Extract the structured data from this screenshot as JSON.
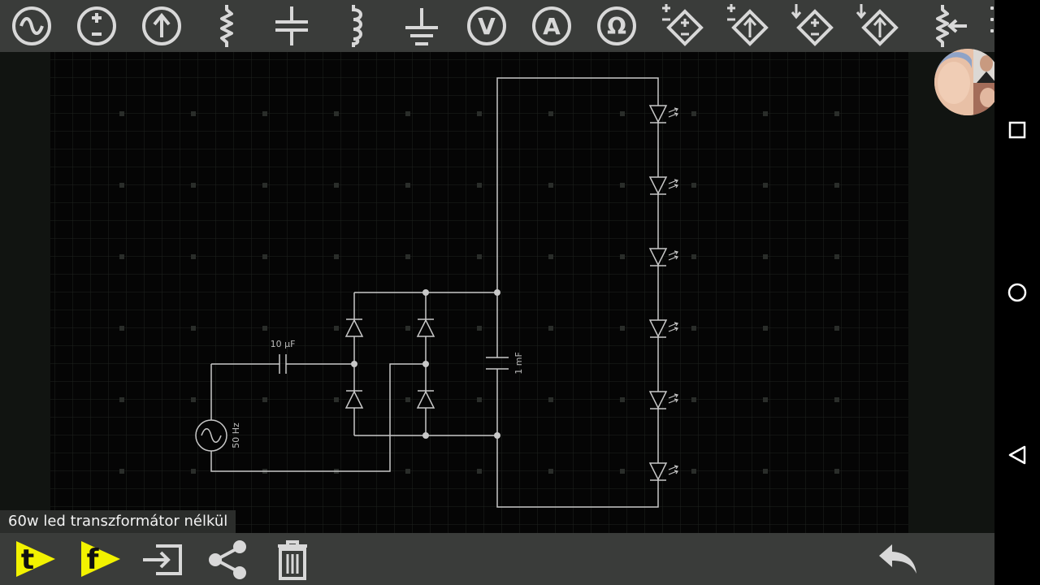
{
  "toolbar": {
    "tools": [
      {
        "name": "ac-source-tool",
        "icon": "ac-source-icon"
      },
      {
        "name": "dc-voltage-source-tool",
        "icon": "dc-voltage-source-icon"
      },
      {
        "name": "current-source-tool",
        "icon": "current-source-icon"
      },
      {
        "name": "resistor-tool",
        "icon": "resistor-icon"
      },
      {
        "name": "capacitor-tool",
        "icon": "capacitor-icon"
      },
      {
        "name": "inductor-tool",
        "icon": "inductor-icon"
      },
      {
        "name": "ground-tool",
        "icon": "ground-icon"
      },
      {
        "name": "voltmeter-tool",
        "icon": "voltmeter-icon"
      },
      {
        "name": "ammeter-tool",
        "icon": "ammeter-icon"
      },
      {
        "name": "ohmmeter-tool",
        "icon": "ohmmeter-icon"
      },
      {
        "name": "vcvs-tool",
        "icon": "controlled-voltage-source-icon"
      },
      {
        "name": "vccs-tool",
        "icon": "controlled-current-source-icon"
      },
      {
        "name": "ccvs-tool",
        "icon": "controlled-voltage-source-icon"
      },
      {
        "name": "cccs-tool",
        "icon": "controlled-current-source-icon"
      },
      {
        "name": "potentiometer-tool",
        "icon": "potentiometer-icon"
      }
    ],
    "meter_letters": {
      "voltmeter": "V",
      "ammeter": "A",
      "ohmmeter": "Ω"
    }
  },
  "circuit": {
    "capacitor_small_label": "10 µF",
    "capacitor_large_label": "1 mF",
    "source_label": "50 Hz"
  },
  "document": {
    "title": "60w led transzformátor nélkül"
  },
  "bottom_bar": {
    "buttons": [
      {
        "name": "twitter-share-button",
        "icon": "twitter-icon",
        "letter": "t",
        "color": "#f2f200"
      },
      {
        "name": "facebook-share-button",
        "icon": "facebook-icon",
        "letter": "f",
        "color": "#f2f200"
      },
      {
        "name": "export-button",
        "icon": "export-icon"
      },
      {
        "name": "share-button",
        "icon": "share-icon"
      },
      {
        "name": "delete-button",
        "icon": "trash-icon"
      },
      {
        "name": "undo-button",
        "icon": "undo-icon"
      }
    ]
  },
  "navigation": {
    "buttons": [
      {
        "name": "recents-button",
        "icon": "square-icon"
      },
      {
        "name": "home-button",
        "icon": "circle-icon"
      },
      {
        "name": "back-button",
        "icon": "triangle-back-icon"
      }
    ]
  },
  "colors": {
    "toolbar_bg": "#3a3c3a",
    "icon_fg": "#d8d8d8",
    "canvas_bg": "#050505",
    "wire": "#c8c8c8",
    "social_yellow": "#f2f200"
  }
}
